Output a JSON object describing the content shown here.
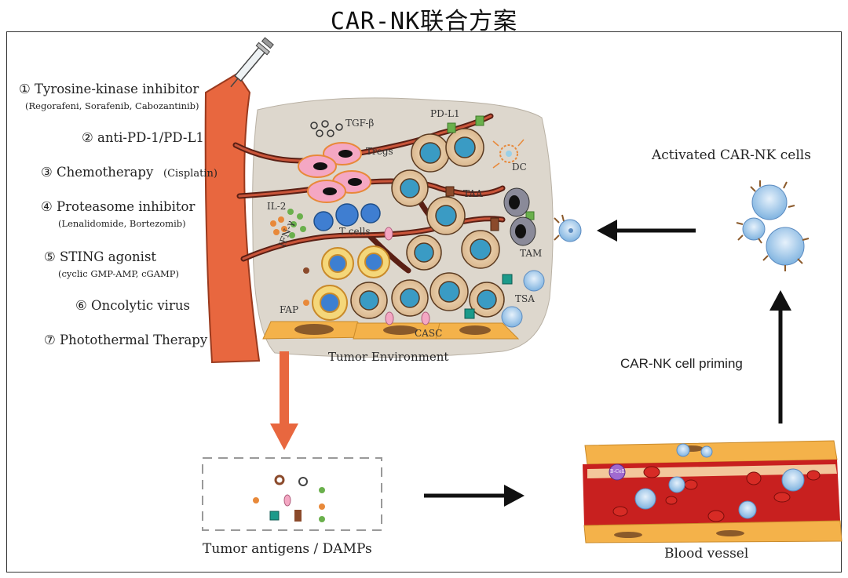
{
  "title": "CAR-NK联合方案",
  "strategies": [
    {
      "label": "① Tyrosine-kinase inhibitor",
      "sub": "(Regorafeni, Sorafenib, Cabozantinib)"
    },
    {
      "label": "② anti-PD-1/PD-L1",
      "sub": ""
    },
    {
      "label": "③ Chemotherapy",
      "sub": "(Cisplatin)"
    },
    {
      "label": "④ Proteasome inhibitor",
      "sub": "(Lenalidomide, Bortezomib)"
    },
    {
      "label": "⑤ STING agonist",
      "sub": "(cyclic GMP-AMP, cGAMP)"
    },
    {
      "label": "⑥ Oncolytic virus",
      "sub": ""
    },
    {
      "label": "⑦ Photothermal Therapy",
      "sub": ""
    }
  ],
  "tumor_labels": {
    "tgf": "TGF-β",
    "tregs": "Tregs",
    "pdl1": "PD-L1",
    "dc": "DC",
    "taa": "TAA",
    "tam": "TAM",
    "il2": "IL-2",
    "ifn": "IFN-γ",
    "tcells": "T cells",
    "tsa": "TSA",
    "fap": "FAP",
    "casc": "CASC",
    "tumor_env": "Tumor Environment"
  },
  "activated": "Activated CAR-NK cells",
  "priming": "CAR-NK cell priming",
  "antigens": "Tumor antigens / DAMPs",
  "blood_vessel": "Blood vessel",
  "bcell": "B-Cell"
}
